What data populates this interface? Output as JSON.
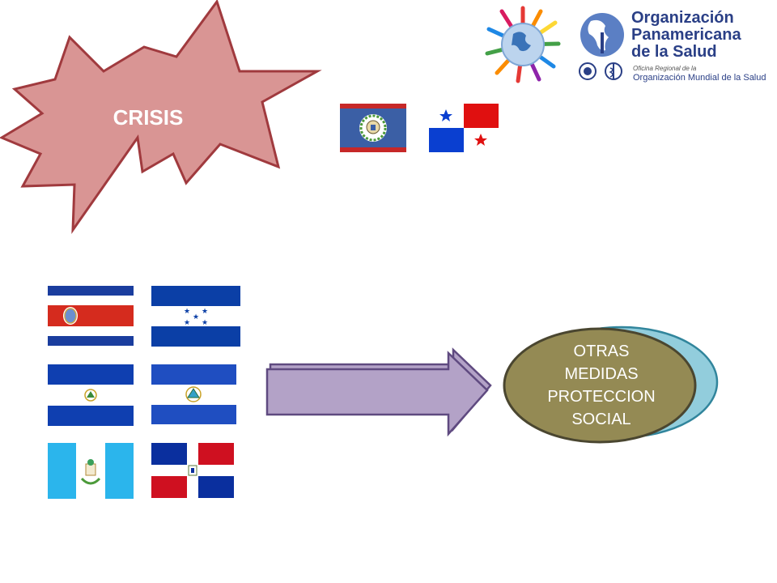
{
  "slide": {
    "crisis_label": "CRISIS",
    "oval_lines": [
      "OTRAS",
      "MEDIDAS",
      "PROTECCION",
      "SOCIAL"
    ]
  },
  "ops_logo": {
    "title_lines": [
      "Organización",
      "Panamericana",
      "de la Salud"
    ],
    "subtitle_1": "Oficina Regional de la",
    "subtitle_2": "Organización Mundial de la Salud"
  },
  "flags": [
    "belize",
    "panama",
    "costa-rica",
    "honduras",
    "el-salvador",
    "nicaragua",
    "guatemala",
    "dominican-republic"
  ],
  "colors": {
    "starburst_fill": "#d99594",
    "starburst_stroke": "#a03a3e",
    "arrow_fill": "#b3a2c7",
    "arrow_stroke": "#5f4a80",
    "oval_fill": "#948a54",
    "oval_back": "#92cddc",
    "ops_blue": "#2a3f86"
  }
}
